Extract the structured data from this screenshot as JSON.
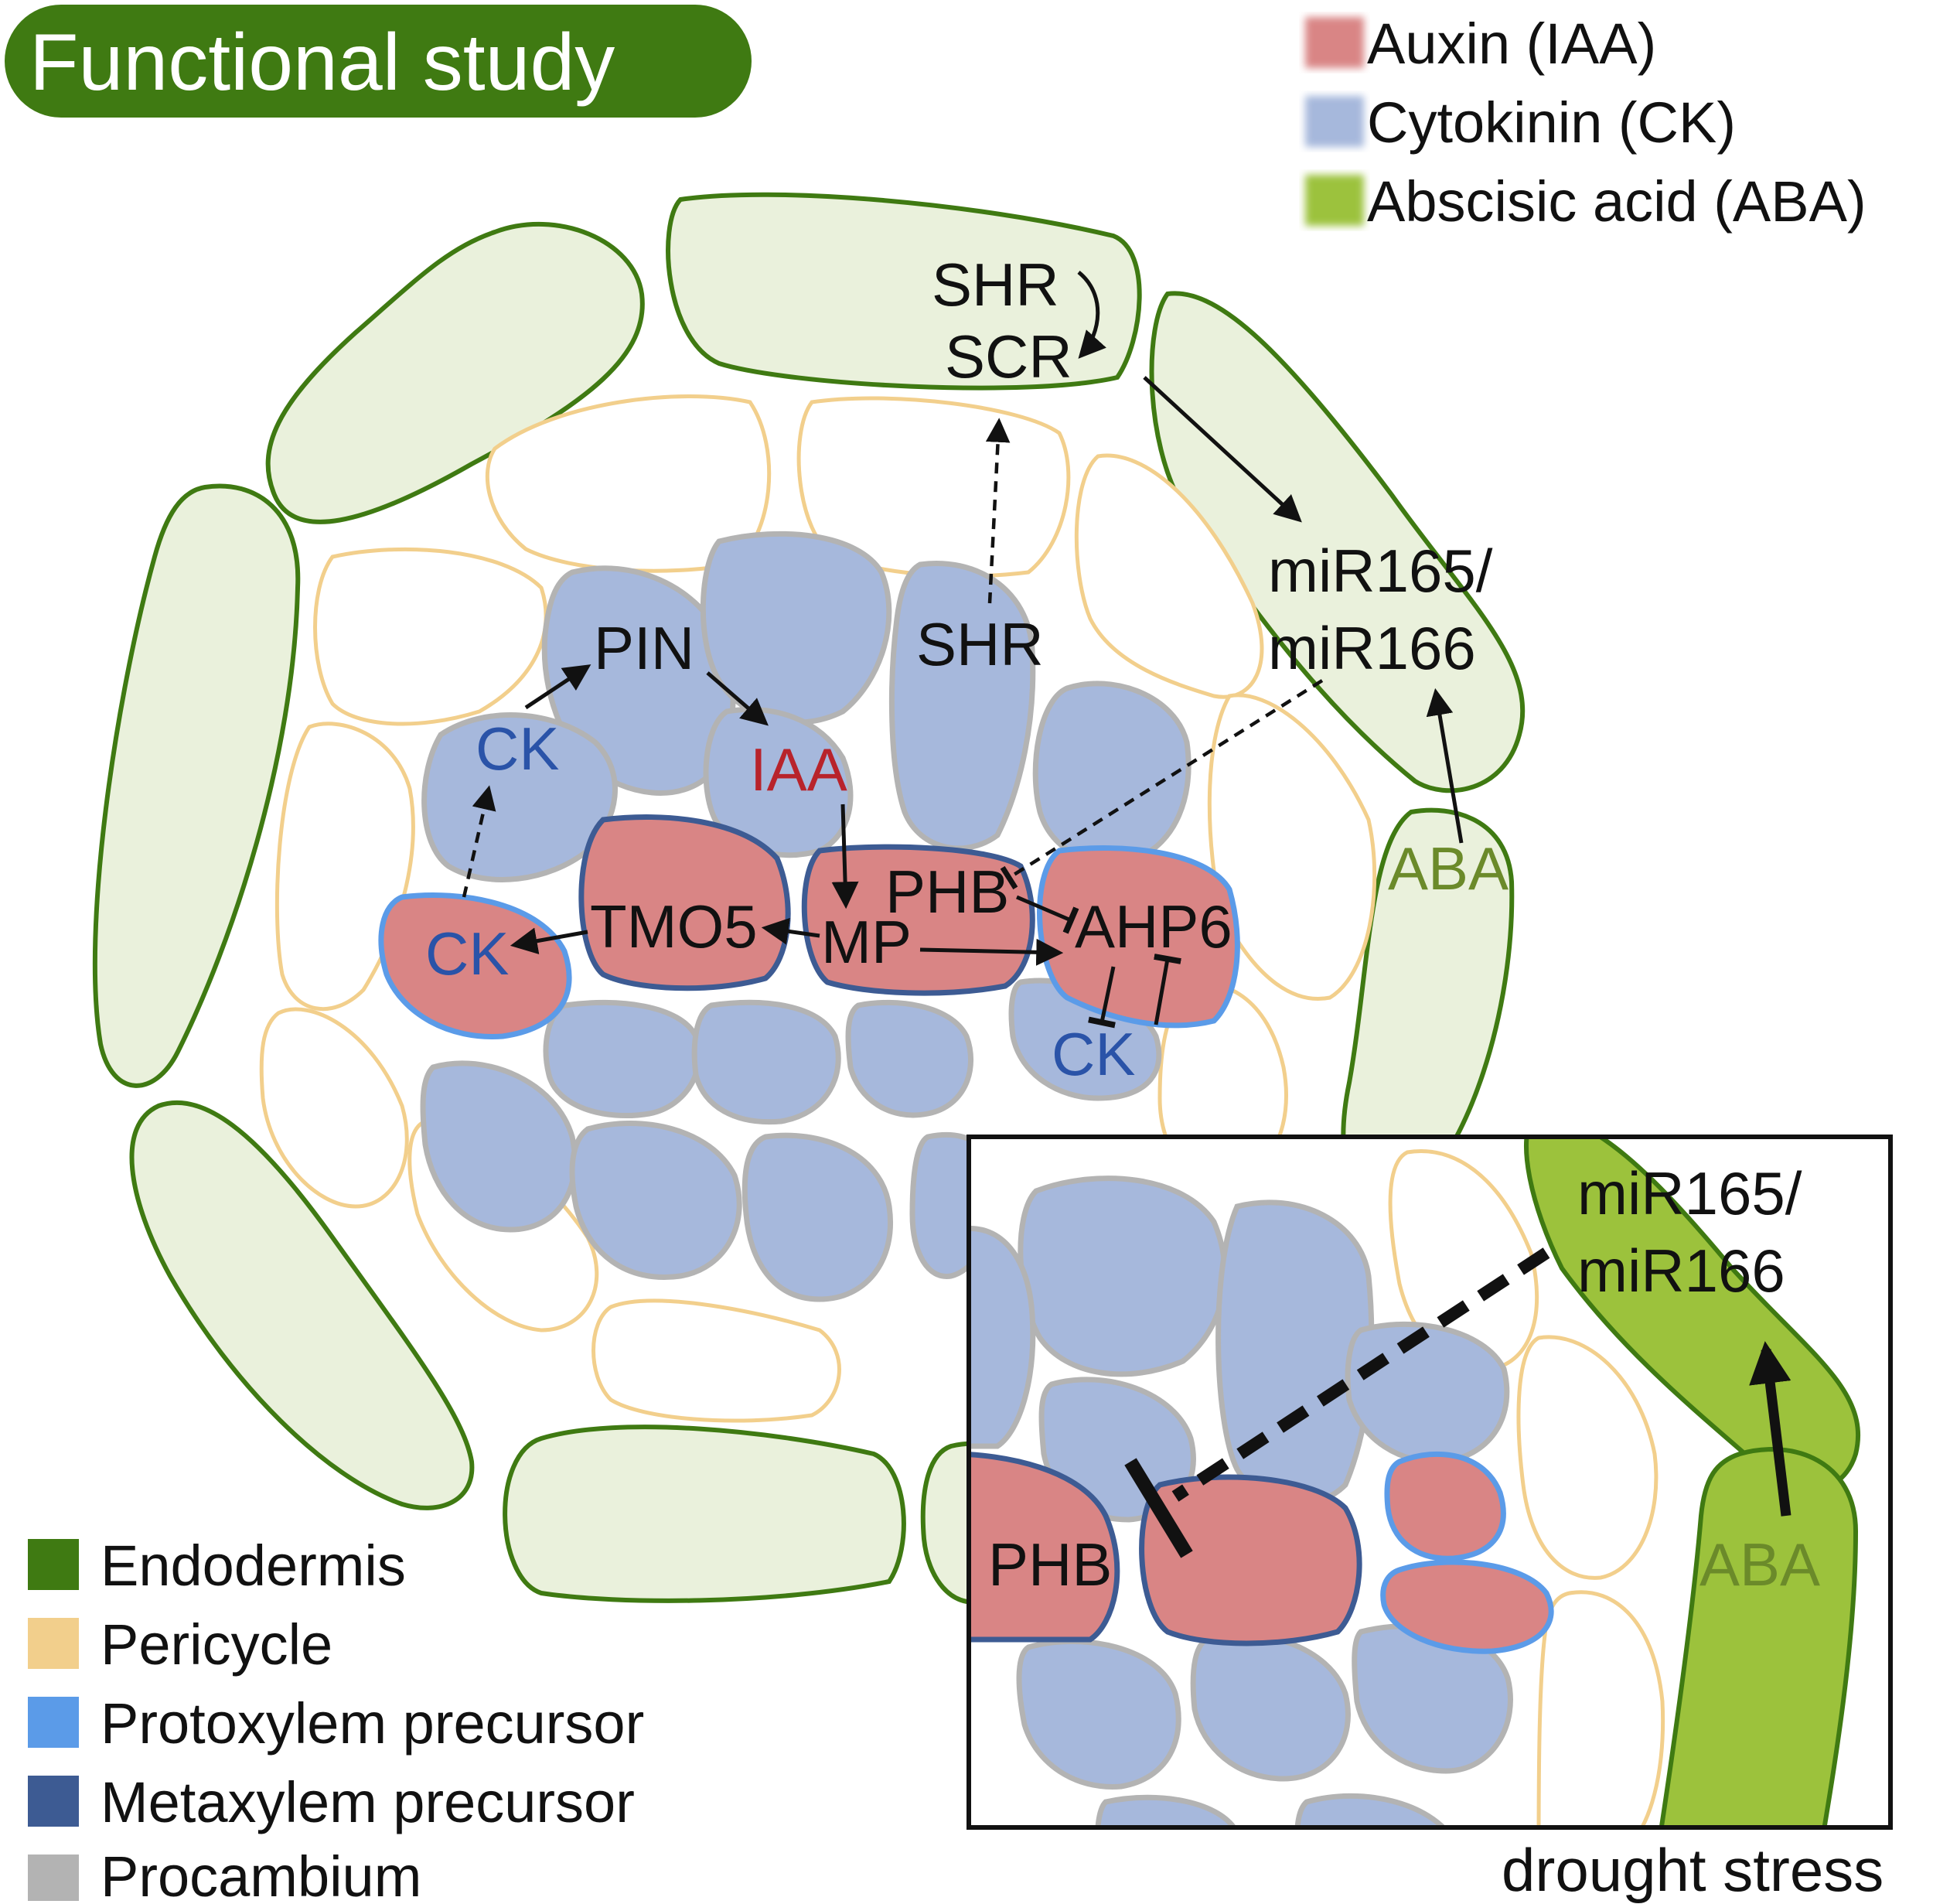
{
  "title": "Functional study",
  "hormone_legend": [
    {
      "label": "Auxin (IAA)",
      "color": "#d98585"
    },
    {
      "label": "Cytokinin (CK)",
      "color": "#a6b8dc"
    },
    {
      "label": "Abscisic acid (ABA)",
      "color": "#9cc23c"
    }
  ],
  "tissue_legend": [
    {
      "label": "Endodermis",
      "color": "#3f7a12"
    },
    {
      "label": "Pericycle",
      "color": "#f2cf8c"
    },
    {
      "label": "Protoxylem precursor",
      "color": "#5b9be8"
    },
    {
      "label": "Metaxylem precursor",
      "color": "#3d5b93"
    },
    {
      "label": "Procambium",
      "color": "#b3b3b3"
    }
  ],
  "labels": {
    "shr_top": "SHR",
    "scr": "SCR",
    "mir165": "miR165/",
    "mir166": "miR166",
    "pin": "PIN",
    "shr_mid": "SHR",
    "ck_upper": "CK",
    "iaa": "IAA",
    "aba": "ABA",
    "phb": "PHB",
    "ahp6": "AHP6",
    "ck_left": "CK",
    "tmo5": "TMO5",
    "mp": "MP",
    "ck_right": "CK"
  },
  "inset": {
    "mir165": "miR165/",
    "mir166": "miR166",
    "phb": "PHB",
    "aba": "ABA",
    "caption": "drought stress"
  }
}
